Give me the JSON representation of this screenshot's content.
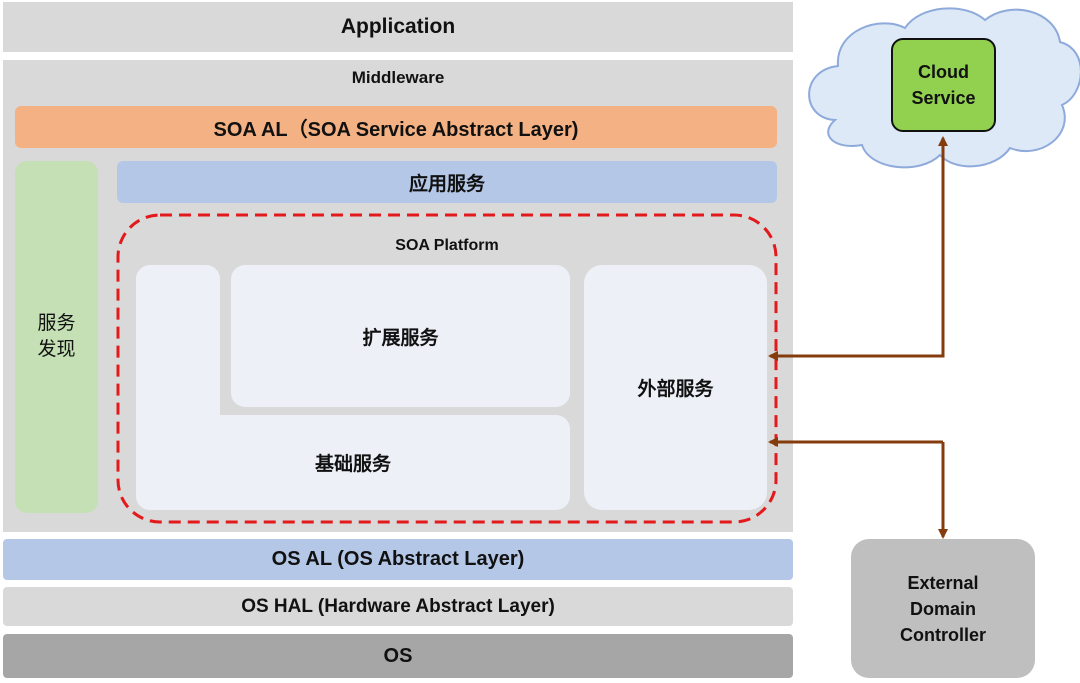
{
  "layers": {
    "application": "Application",
    "middleware": "Middleware",
    "soa_al": "SOA AL（SOA Service Abstract Layer)",
    "os_al": "OS AL (OS Abstract Layer)",
    "os_hal": "OS HAL (Hardware Abstract Layer)",
    "os": "OS"
  },
  "middleware": {
    "service_discovery": "服务\n发现",
    "app_services": "应用服务",
    "soa_platform": {
      "title": "SOA Platform",
      "extension_services": "扩展服务",
      "base_services": "基础服务",
      "external_services": "外部服务"
    }
  },
  "external": {
    "cloud_service": "Cloud\nService",
    "domain_controller": "External\nDomain\nController"
  },
  "colors": {
    "soa_al": "#f4b183",
    "app_services": "#b4c7e7",
    "service_discovery": "#c5e0b4",
    "cloud_service": "#92d050",
    "soa_platform_border": "#e31a1c",
    "arrows": "#843c0c"
  }
}
